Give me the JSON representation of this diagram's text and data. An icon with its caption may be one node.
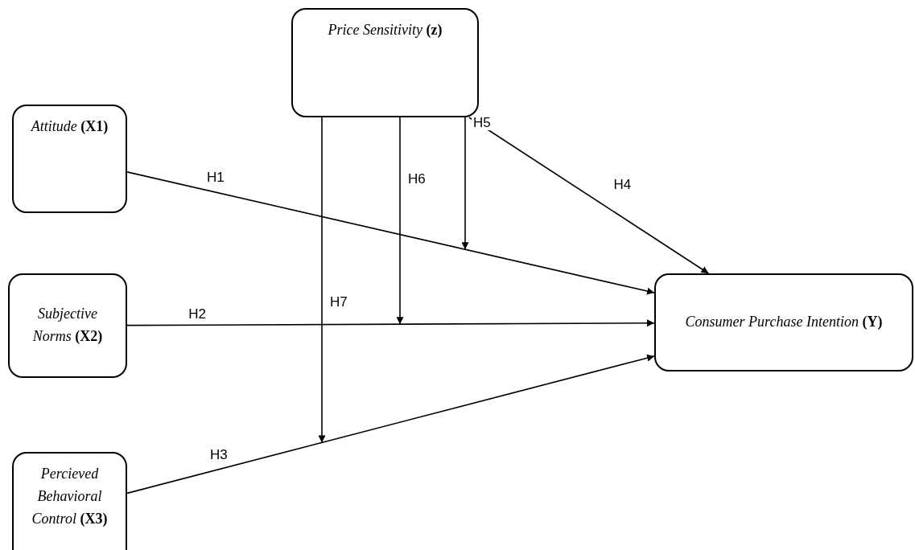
{
  "diagram": {
    "nodes": [
      {
        "text": [
          "*Price Sensitivity* **(z)**"
        ]
      },
      {
        "text": [
          "*Attitude* **(X1)**"
        ]
      },
      {
        "text": [
          "*Subjective Norms* **(X2)**"
        ]
      },
      {
        "text": [
          "*Percieved Behavioral Control* **(X3)**"
        ]
      },
      {
        "text": [
          "*Consumer Purchase Intention* **(Y)**"
        ]
      }
    ],
    "edges": [
      {
        "from": 1,
        "to": 4,
        "arrow": "to",
        "label": "H1"
      },
      {
        "from": 2,
        "to": 4,
        "arrow": "to",
        "label": "H2"
      },
      {
        "from": 3,
        "to": 4,
        "arrow": "to",
        "label": "H3"
      },
      {
        "from": 0,
        "to": 4,
        "arrow": "to",
        "label": "H4"
      },
      {
        "from": 0,
        "to": null,
        "arrow": "to",
        "label": "H5"
      },
      {
        "from": 0,
        "to": null,
        "arrow": "to",
        "label": "H6"
      },
      {
        "from": 0,
        "to": null,
        "arrow": "to",
        "label": "H7"
      }
    ]
  }
}
